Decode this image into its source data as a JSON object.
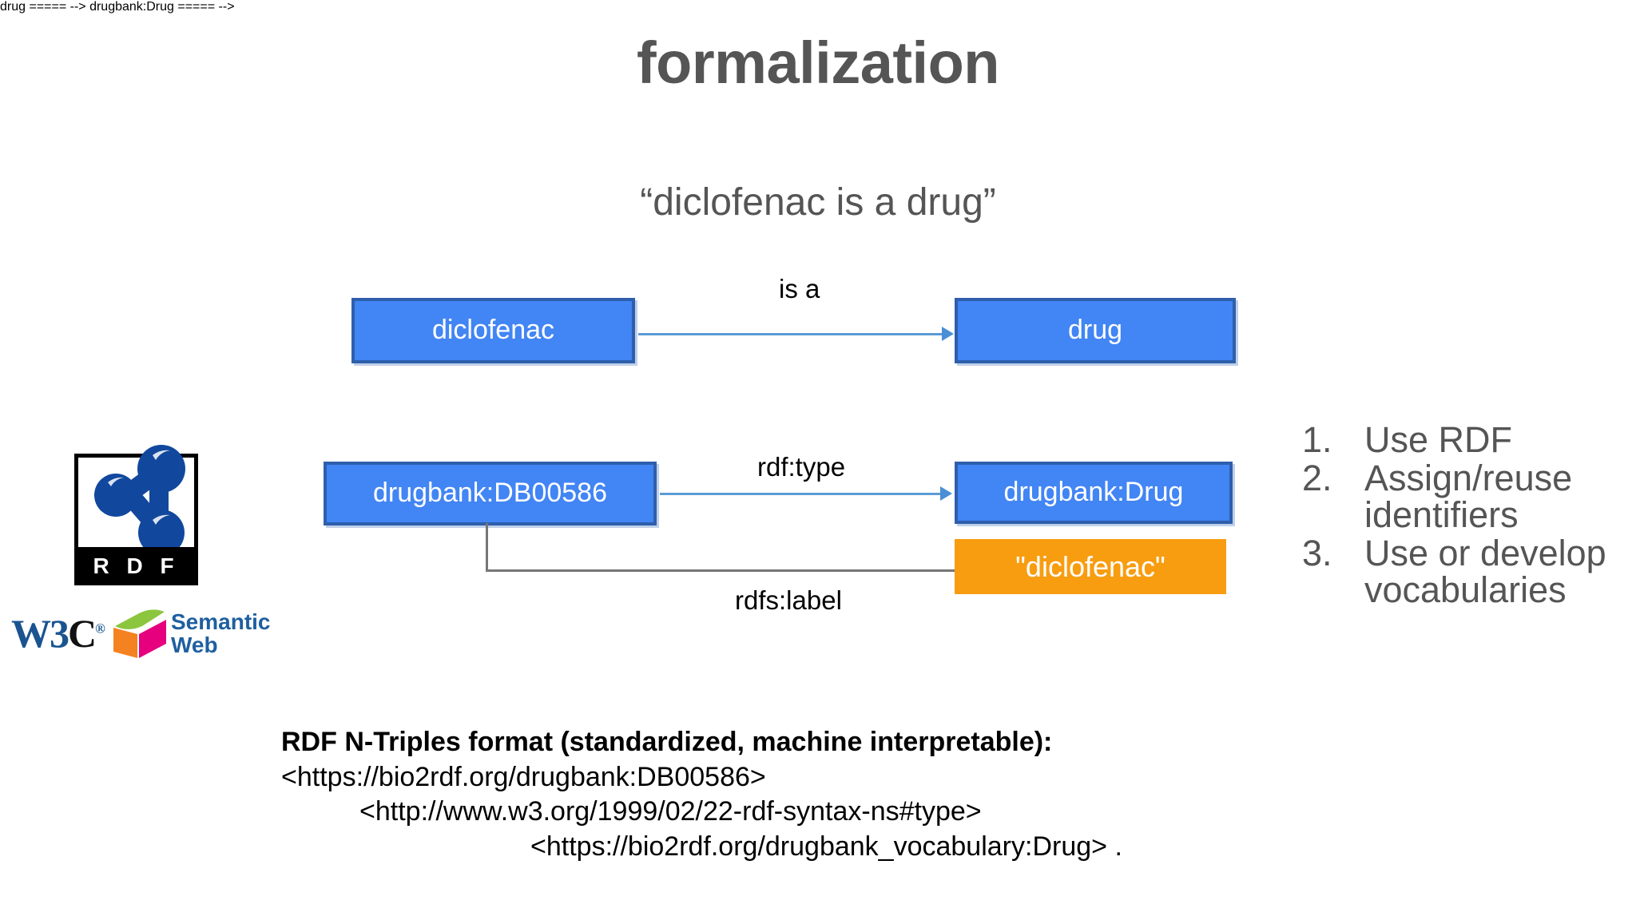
{
  "slide": {
    "title": "formalization",
    "subtitle": "“diclofenac is a drug”"
  },
  "colors": {
    "title_gray": "#555555",
    "node_blue_fill": "#4285f4",
    "node_blue_border": "#2e5fac",
    "node_orange_fill": "#f89d10",
    "edge_blue": "#5b9bd5",
    "elbow_gray": "#767676"
  },
  "diagram": {
    "row1": {
      "source_label": "diclofenac",
      "edge_label": "is a",
      "target_label": "drug"
    },
    "row2": {
      "source_label": "drugbank:DB00586",
      "type_edge_label": "rdf:type",
      "type_target_label": "drugbank:Drug",
      "label_edge_label": "rdfs:label",
      "literal_label": "\"diclofenac\""
    }
  },
  "steps": {
    "items": [
      {
        "number": "1.",
        "text": "Use RDF"
      },
      {
        "number": "2.",
        "text": "Assign/reuse identifiers"
      },
      {
        "number": "3.",
        "text": "Use or develop vocabularies"
      }
    ]
  },
  "ntriples": {
    "heading": "RDF N-Triples format (standardized, machine interpretable):",
    "line1": "<https://bio2rdf.org/drugbank:DB00586>",
    "line2": "<http://www.w3.org/1999/02/22-rdf-syntax-ns#type>",
    "line3": "<https://bio2rdf.org/drugbank_vocabulary:Drug> ."
  },
  "logos": {
    "rdf": {
      "caption": "R D F"
    },
    "semantic_web": {
      "w3": "W3",
      "c": "C",
      "registered": "®",
      "line1": "Semantic",
      "line2": "Web"
    }
  }
}
